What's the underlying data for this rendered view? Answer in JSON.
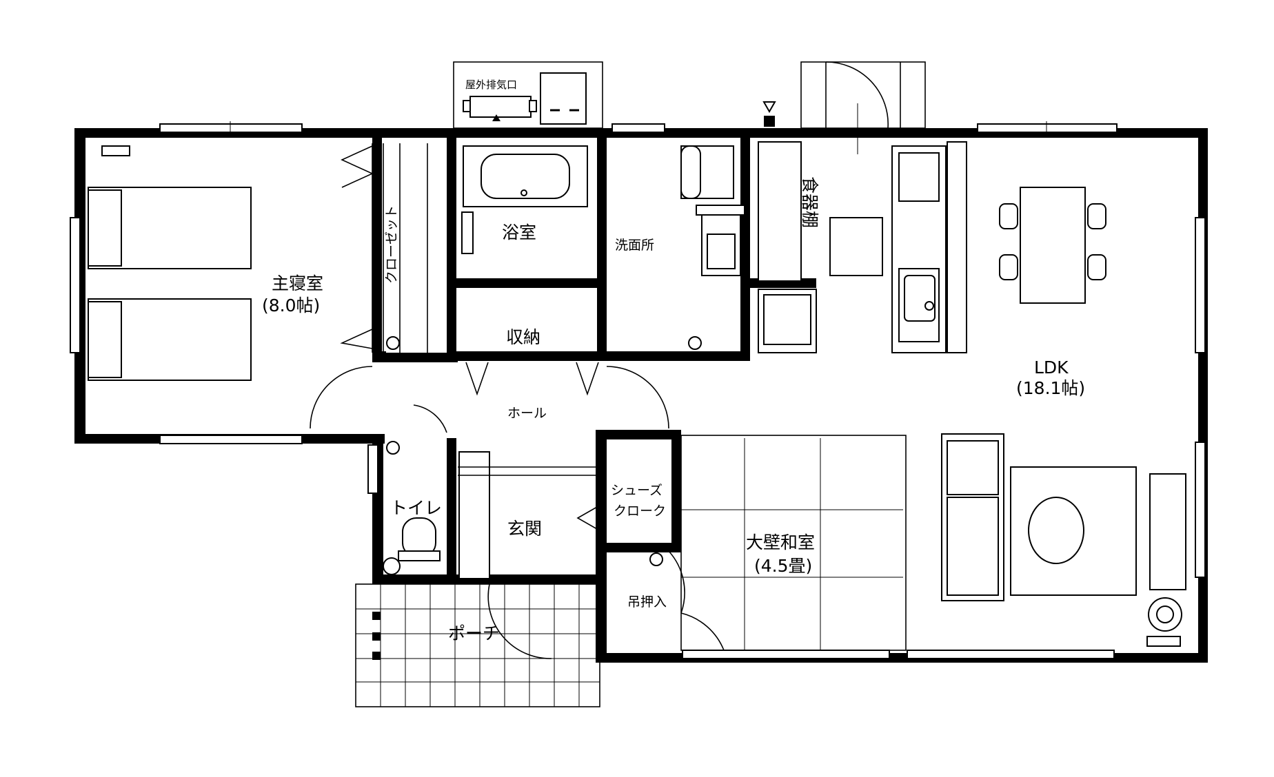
{
  "plan": {
    "rooms": {
      "master_bedroom": {
        "name": "主寝室",
        "area": "(8.0帖)"
      },
      "closet": "クローゼット",
      "bathroom": "浴室",
      "washroom": "洗面所",
      "pantry": "食器棚",
      "storage": "収納",
      "hall": "ホール",
      "toilet": "トイレ",
      "entrance": "玄関",
      "shoes_cloak": {
        "line1": "シューズ",
        "line2": "クローク"
      },
      "japanese_room": {
        "name": "大壁和室",
        "area": "(4.5畳)"
      },
      "hanging_closet": "吊押入",
      "porch": "ポーチ",
      "ldk": {
        "name": "LDK",
        "area": "(18.1帖)"
      }
    },
    "annotations": {
      "exhaust_port": "屋外排気口"
    }
  }
}
